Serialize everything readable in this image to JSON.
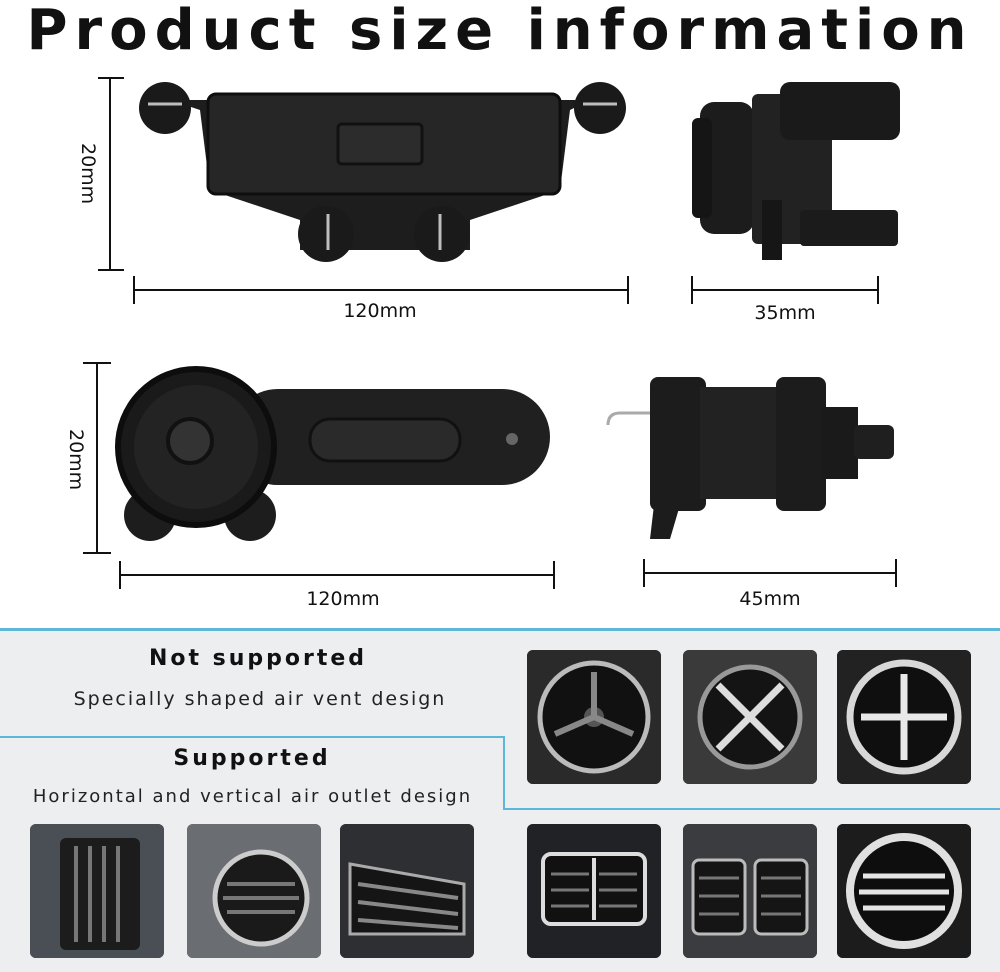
{
  "header": {
    "title": "Product size information"
  },
  "dimensions": {
    "top_left_height": "20mm",
    "top_left_width": "120mm",
    "top_right_width": "35mm",
    "bottom_left_height": "20mm",
    "bottom_left_width": "120mm",
    "bottom_right_width": "45mm"
  },
  "compatibility": {
    "not_supported": {
      "title": "Not supported",
      "subtitle": "Specially shaped air vent design",
      "images": [
        "round-fan-vent-icon",
        "cross-round-vent-icon",
        "silver-cross-vent-icon"
      ]
    },
    "supported": {
      "title": "Supported",
      "subtitle": "Horizontal and vertical air outlet design",
      "images": [
        "vertical-slat-vent-icon",
        "round-slat-vent-icon",
        "horizontal-slat-vent-icon",
        "rear-double-vent-icon",
        "dual-center-vent-icon",
        "round-horizontal-vent-icon"
      ]
    }
  },
  "colors": {
    "accent_line": "#5cb8d6",
    "panel_bg": "#eceeef",
    "product": "#1c1c1c"
  }
}
